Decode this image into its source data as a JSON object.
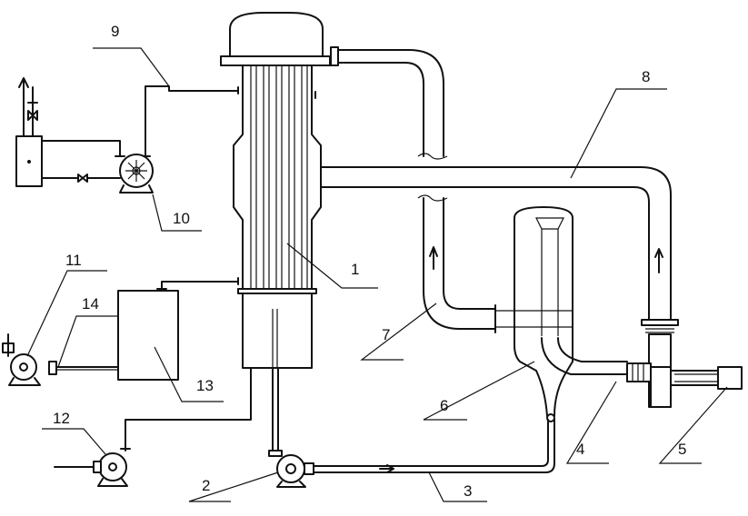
{
  "labels": {
    "l1": "1",
    "l2": "2",
    "l3": "3",
    "l4": "4",
    "l5": "5",
    "l6": "6",
    "l7": "7",
    "l8": "8",
    "l9": "9",
    "l10": "10",
    "l11": "11",
    "l12": "12",
    "l13": "13",
    "l14": "14"
  },
  "colors": {
    "stroke": "#111111",
    "background": "#ffffff"
  }
}
